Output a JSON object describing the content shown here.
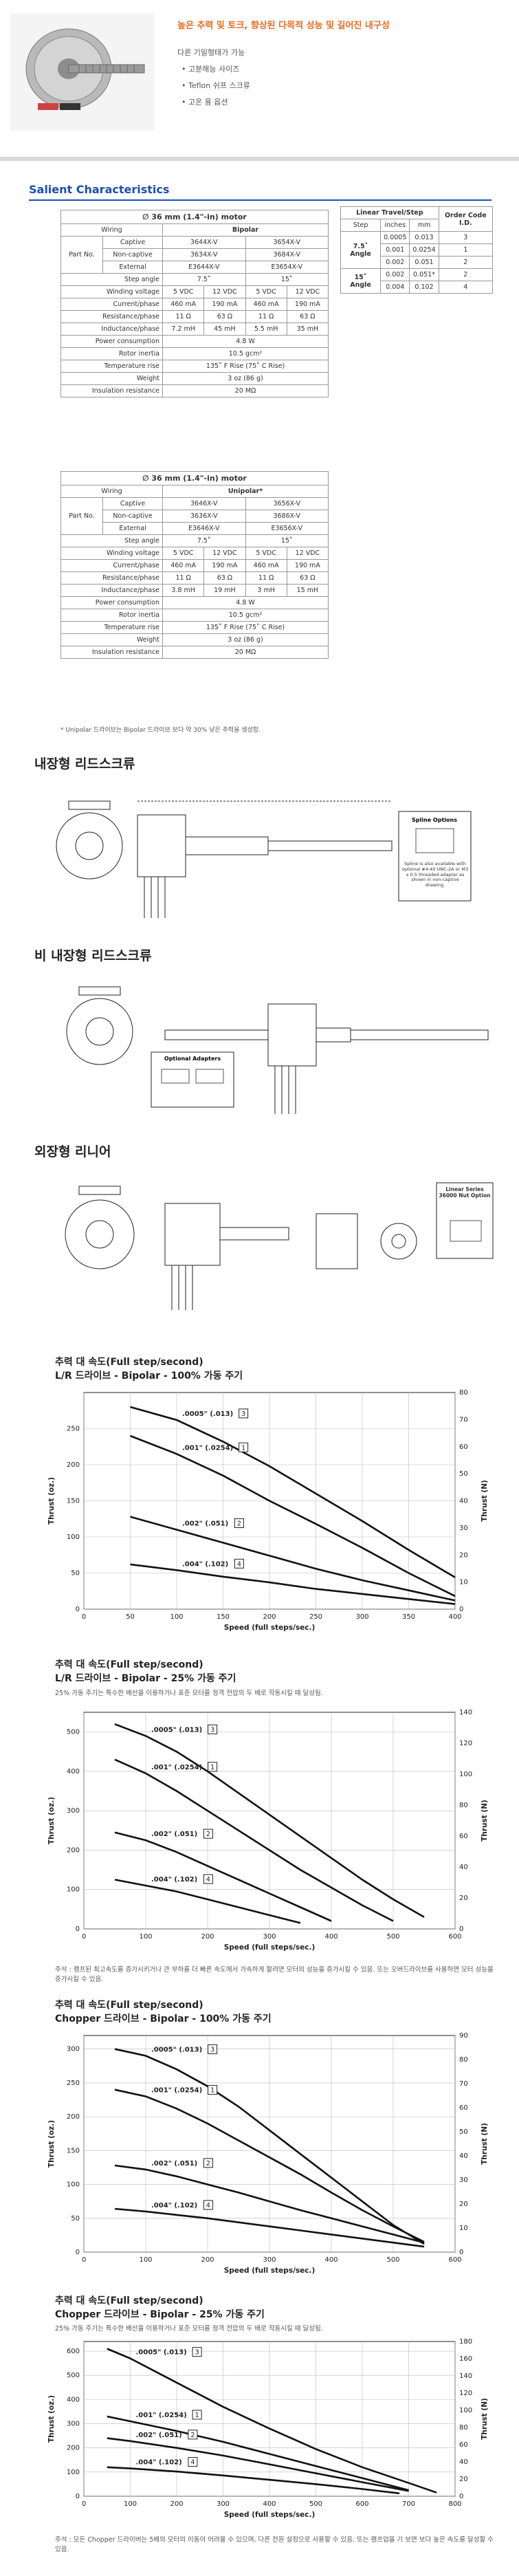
{
  "header": {
    "title": "높은 추력 및 토크, 향상된 다목적 성능 및 길어진 내구성",
    "subtitle": "다른 기밀형태가 가능",
    "bullets": [
      "고분해능 사이즈",
      "Teflon 쉬프 스크류",
      "고온 용 옵션"
    ]
  },
  "section_title": "Salient Characteristics",
  "table1": {
    "title": "∅ 36 mm (1.4\"-in) motor",
    "wiring_label": "Wiring",
    "wiring_value": "Bipolar",
    "part_no_label": "Part No.",
    "rows": [
      {
        "label": "Captive",
        "a": "3644X-V",
        "b": "3654X-V"
      },
      {
        "label": "Non-captive",
        "a": "3634X-V",
        "b": "3684X-V"
      },
      {
        "label": "External",
        "a": "E3644X-V",
        "b": "E3654X-V"
      }
    ],
    "step_angle": {
      "label": "Step angle",
      "a": "7.5˚",
      "b": "15˚"
    },
    "specs": [
      {
        "label": "Winding voltage",
        "v": [
          "5 VDC",
          "12 VDC",
          "5 VDC",
          "12 VDC"
        ]
      },
      {
        "label": "Current/phase",
        "v": [
          "460 mA",
          "190 mA",
          "460 mA",
          "190 mA"
        ]
      },
      {
        "label": "Resistance/phase",
        "v": [
          "11 Ω",
          "63 Ω",
          "11 Ω",
          "63 Ω"
        ]
      },
      {
        "label": "Inductance/phase",
        "v": [
          "7.2 mH",
          "45 mH",
          "5.5 mH",
          "35 mH"
        ]
      }
    ],
    "merged": [
      {
        "label": "Power consumption",
        "v": "4.8 W"
      },
      {
        "label": "Rotor inertia",
        "v": "10.5 gcm²"
      },
      {
        "label": "Temperature rise",
        "v": "135˚ F Rise (75˚ C Rise)"
      },
      {
        "label": "Weight",
        "v": "3 oz (86 g)"
      },
      {
        "label": "Insulation resistance",
        "v": "20 MΩ"
      }
    ]
  },
  "table2": {
    "title": "∅ 36 mm (1.4\"-in) motor",
    "wiring_label": "Wiring",
    "wiring_value": "Unipolar*",
    "part_no_label": "Part No.",
    "rows": [
      {
        "label": "Captive",
        "a": "3646X-V",
        "b": "3656X-V"
      },
      {
        "label": "Non-captive",
        "a": "3636X-V",
        "b": "3686X-V"
      },
      {
        "label": "External",
        "a": "E3646X-V",
        "b": "E3656X-V"
      }
    ],
    "step_angle": {
      "label": "Step angle",
      "a": "7.5˚",
      "b": "15˚"
    },
    "specs": [
      {
        "label": "Winding voltage",
        "v": [
          "5 VDC",
          "12 VDC",
          "5 VDC",
          "12 VDC"
        ]
      },
      {
        "label": "Current/phase",
        "v": [
          "460 mA",
          "190 mA",
          "460 mA",
          "190 mA"
        ]
      },
      {
        "label": "Resistance/phase",
        "v": [
          "11 Ω",
          "63 Ω",
          "11 Ω",
          "63 Ω"
        ]
      },
      {
        "label": "Inductance/phase",
        "v": [
          "3.8 mH",
          "19 mH",
          "3 mH",
          "15 mH"
        ]
      }
    ],
    "merged": [
      {
        "label": "Power consumption",
        "v": "4.8 W"
      },
      {
        "label": "Rotor inertia",
        "v": "10.5 gcm²"
      },
      {
        "label": "Temperature rise",
        "v": "135˚ F Rise (75˚ C Rise)"
      },
      {
        "label": "Weight",
        "v": "3 oz (86 g)"
      },
      {
        "label": "Insulation resistance",
        "v": "20 MΩ"
      }
    ]
  },
  "footnote": "* Unipolar 드라이브는 Bipolar 드라이브 보다 약 30% 낮은 추력을 생성함.",
  "travel_table": {
    "title": "Linear Travel/Step",
    "code_header": "Order Code I.D.",
    "cols": [
      "Step",
      "inches",
      "mm"
    ],
    "groups": [
      {
        "label": "7.5˚ Angle",
        "rows": [
          [
            "0.0005",
            "0.013",
            "3"
          ],
          [
            "0.001",
            "0.0254",
            "1"
          ],
          [
            "0.002",
            "0.051",
            "2"
          ]
        ]
      },
      {
        "label": "15˚ Angle",
        "rows": [
          [
            "0.002",
            "0.051*",
            "2"
          ],
          [
            "0.004",
            "0.102",
            "4"
          ]
        ]
      }
    ]
  },
  "drawings": [
    {
      "heading": "내장형 리드스크류",
      "inset_title": "Spline Options",
      "inset_text": "Spline is also available with optional #4-40 UNC-2A or M3 x 0.5 threaded adapter as shown in non-captive drawing."
    },
    {
      "heading": "비 내장형 리드스크류",
      "inset_title": "Optional Adapters"
    },
    {
      "heading": "외장형 리니어",
      "inset_title": "Linear Series 36000 Nut Option"
    }
  ],
  "charts": [
    {
      "title": "추력 대 속도(Full step/second)",
      "subtitle": "L/R 드라이브 - Bipolar - 100% 가동 주기",
      "note": ""
    },
    {
      "title": "추력 대 속도(Full step/second)",
      "subtitle": "L/R 드라이브 - Bipolar - 25% 가동 주기",
      "note": "25% 가동 주기는 특수한 배선을 이용하거나 표준 모터를 정격 전압의 두 배로 작동시킬 때 달성됨."
    },
    {
      "title": "추력 대 속도(Full step/second)",
      "subtitle": "Chopper 드라이브 - Bipolar - 100% 가동 주기",
      "note": ""
    },
    {
      "title": "추력 대 속도(Full step/second)",
      "subtitle": "Chopper 드라이브 - Bipolar - 25% 가동 주기",
      "note": "25% 가동 주기는 특수한 배선을 이용하거나 표준 모터를 정격 전압의 두 배로 작동시킬 때 달성됨."
    }
  ],
  "chart_note_2": "주석 : 램프된 최고속도를 증가시키거나 큰 부하를 더 빠른 속도에서 가속하게 할려면 모터의 성능을 증가시킬 수 있음. 또는 오버드라이브를 사용하면 모터 성능을 증가시킬 수 있음.",
  "chart_note_4": "주석 : 모든 Chopper 드라이버는 5배의 모터의 이동이 어려울 수 있으며, 다른 전원 설정으로 사용할 수 있음. 또는 램프업을 기 보면 보다 높은 속도를 달성할 수 있음.",
  "chart_data": [
    {
      "type": "line",
      "title": "추력 대 속도(Full step/second)",
      "xlabel": "Speed (full steps/sec.)",
      "ylabel": "Thrust (oz.)",
      "y2label": "Thrust (N)",
      "xlim": [
        0,
        400
      ],
      "ylim": [
        0,
        300
      ],
      "y2lim": [
        0,
        80
      ],
      "xticks": [
        0,
        50,
        100,
        150,
        200,
        250,
        300,
        350,
        400
      ],
      "yticks": [
        0,
        50,
        100,
        150,
        200,
        250
      ],
      "y2ticks": [
        0,
        10,
        20,
        30,
        40,
        50,
        60,
        70,
        80
      ],
      "series": [
        {
          "name": ".0005\" (.013)",
          "code": "3",
          "x": [
            50,
            100,
            150,
            200,
            250,
            300,
            350,
            400
          ],
          "y": [
            280,
            262,
            232,
            198,
            160,
            122,
            82,
            44
          ]
        },
        {
          "name": ".001\" (.0254)",
          "code": "1",
          "x": [
            50,
            100,
            150,
            200,
            250,
            300,
            350,
            400
          ],
          "y": [
            240,
            215,
            185,
            150,
            118,
            85,
            50,
            18
          ]
        },
        {
          "name": ".002\" (.051)",
          "code": "2",
          "x": [
            50,
            100,
            150,
            200,
            250,
            300,
            350,
            400
          ],
          "y": [
            128,
            110,
            92,
            74,
            56,
            40,
            26,
            12
          ]
        },
        {
          "name": ".004\" (.102)",
          "code": "4",
          "x": [
            50,
            100,
            150,
            200,
            250,
            300,
            350,
            400
          ],
          "y": [
            62,
            54,
            45,
            37,
            28,
            21,
            14,
            7
          ]
        }
      ]
    },
    {
      "type": "line",
      "title": "추력 대 속도(Full step/second)",
      "xlabel": "Speed (full steps/sec.)",
      "ylabel": "Thrust (oz.)",
      "y2label": "Thrust (N)",
      "xlim": [
        0,
        600
      ],
      "ylim": [
        0,
        550
      ],
      "y2lim": [
        0,
        140
      ],
      "xticks": [
        0,
        100,
        200,
        300,
        400,
        500,
        600
      ],
      "yticks": [
        0,
        100,
        200,
        300,
        400,
        500
      ],
      "y2ticks": [
        0,
        20,
        40,
        60,
        80,
        100,
        120,
        140
      ],
      "series": [
        {
          "name": ".0005\" (.013)",
          "code": "3",
          "x": [
            50,
            100,
            150,
            200,
            250,
            300,
            350,
            400,
            450,
            500,
            550
          ],
          "y": [
            520,
            490,
            450,
            400,
            345,
            290,
            235,
            180,
            125,
            75,
            30
          ]
        },
        {
          "name": ".001\" (.0254)",
          "code": "1",
          "x": [
            50,
            100,
            150,
            200,
            250,
            300,
            350,
            400,
            450,
            500
          ],
          "y": [
            430,
            395,
            350,
            300,
            250,
            200,
            150,
            105,
            60,
            20
          ]
        },
        {
          "name": ".002\" (.051)",
          "code": "2",
          "x": [
            50,
            100,
            150,
            200,
            250,
            300,
            350,
            400
          ],
          "y": [
            245,
            225,
            195,
            160,
            125,
            90,
            55,
            20
          ]
        },
        {
          "name": ".004\" (.102)",
          "code": "4",
          "x": [
            50,
            100,
            150,
            200,
            250,
            300,
            350
          ],
          "y": [
            125,
            110,
            95,
            75,
            55,
            35,
            15
          ]
        }
      ]
    },
    {
      "type": "line",
      "title": "추력 대 속도(Full step/second)",
      "xlabel": "Speed (full steps/sec.)",
      "ylabel": "Thrust (oz.)",
      "y2label": "Thrust (N)",
      "xlim": [
        0,
        600
      ],
      "ylim": [
        0,
        320
      ],
      "y2lim": [
        0,
        90
      ],
      "xticks": [
        0,
        100,
        200,
        300,
        400,
        500,
        600
      ],
      "yticks": [
        0,
        50,
        100,
        150,
        200,
        250,
        300
      ],
      "y2ticks": [
        0,
        10,
        20,
        30,
        40,
        50,
        60,
        70,
        80,
        90
      ],
      "series": [
        {
          "name": ".0005\" (.013)",
          "code": "3",
          "x": [
            50,
            100,
            150,
            200,
            250,
            300,
            350,
            400,
            450,
            500,
            550
          ],
          "y": [
            300,
            290,
            270,
            245,
            215,
            180,
            145,
            110,
            75,
            40,
            12
          ]
        },
        {
          "name": ".001\" (.0254)",
          "code": "1",
          "x": [
            50,
            100,
            150,
            200,
            250,
            300,
            350,
            400,
            450,
            500,
            550
          ],
          "y": [
            240,
            230,
            212,
            190,
            165,
            140,
            115,
            88,
            62,
            38,
            15
          ]
        },
        {
          "name": ".002\" (.051)",
          "code": "2",
          "x": [
            50,
            100,
            150,
            200,
            250,
            300,
            350,
            400,
            450,
            500,
            550
          ],
          "y": [
            128,
            122,
            112,
            100,
            88,
            75,
            62,
            50,
            38,
            26,
            14
          ]
        },
        {
          "name": ".004\" (.102)",
          "code": "4",
          "x": [
            50,
            100,
            150,
            200,
            250,
            300,
            350,
            400,
            450,
            500,
            550
          ],
          "y": [
            64,
            60,
            55,
            50,
            44,
            38,
            32,
            26,
            20,
            14,
            8
          ]
        }
      ]
    },
    {
      "type": "line",
      "title": "추력 대 속도(Full step/second)",
      "xlabel": "Speed (full steps/sec.)",
      "ylabel": "Thrust (oz.)",
      "y2label": "Thrust (N)",
      "xlim": [
        0,
        800
      ],
      "ylim": [
        0,
        640
      ],
      "y2lim": [
        0,
        180
      ],
      "xticks": [
        0,
        100,
        200,
        300,
        400,
        500,
        600,
        700,
        800
      ],
      "yticks": [
        0,
        100,
        200,
        300,
        400,
        500,
        600
      ],
      "y2ticks": [
        0,
        20,
        40,
        60,
        80,
        100,
        120,
        140,
        160,
        180
      ],
      "series": [
        {
          "name": ".0005\" (.013)",
          "code": "3",
          "x": [
            50,
            100,
            200,
            300,
            400,
            500,
            600,
            700,
            760
          ],
          "y": [
            610,
            570,
            470,
            370,
            280,
            195,
            120,
            55,
            15
          ]
        },
        {
          "name": ".001\" (.0254)",
          "code": "1",
          "x": [
            50,
            100,
            200,
            300,
            400,
            500,
            600,
            700
          ],
          "y": [
            330,
            310,
            270,
            225,
            175,
            125,
            75,
            25
          ]
        },
        {
          "name": ".002\" (.051)",
          "code": "2",
          "x": [
            50,
            100,
            200,
            300,
            400,
            500,
            600,
            700
          ],
          "y": [
            240,
            228,
            200,
            168,
            132,
            95,
            58,
            22
          ]
        },
        {
          "name": ".004\" (.102)",
          "code": "4",
          "x": [
            50,
            100,
            200,
            300,
            400,
            500,
            600,
            680
          ],
          "y": [
            120,
            115,
            102,
            86,
            68,
            50,
            30,
            12
          ]
        }
      ]
    }
  ]
}
